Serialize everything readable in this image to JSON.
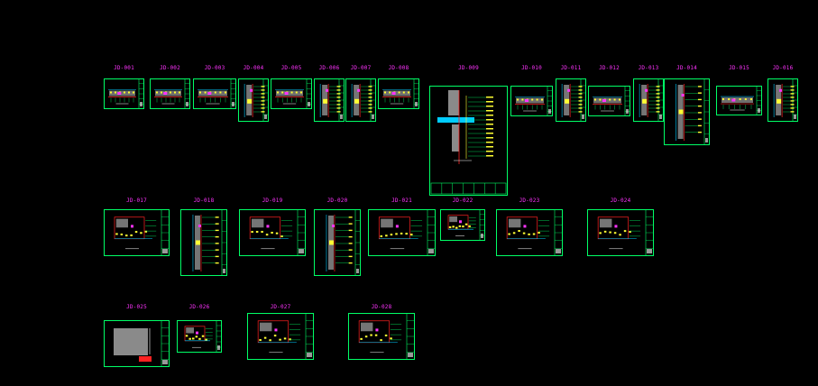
{
  "sheets": [
    {
      "label": "JD-001",
      "kind": "h"
    },
    {
      "label": "JD-002",
      "kind": "h"
    },
    {
      "label": "JD-003",
      "kind": "h"
    },
    {
      "label": "JD-004",
      "kind": "v"
    },
    {
      "label": "JD-005",
      "kind": "h"
    },
    {
      "label": "JD-006",
      "kind": "v"
    },
    {
      "label": "JD-007",
      "kind": "v"
    },
    {
      "label": "JD-008",
      "kind": "h"
    },
    {
      "label": "JD-009",
      "kind": "big"
    },
    {
      "label": "JD-010",
      "kind": "h"
    },
    {
      "label": "JD-011",
      "kind": "v"
    },
    {
      "label": "JD-012",
      "kind": "h"
    },
    {
      "label": "JD-013",
      "kind": "v"
    },
    {
      "label": "JD-014",
      "kind": "tall"
    },
    {
      "label": "JD-015",
      "kind": "h"
    },
    {
      "label": "JD-016",
      "kind": "v"
    },
    {
      "label": "JD-017",
      "kind": "plan"
    },
    {
      "label": "JD-018",
      "kind": "tall"
    },
    {
      "label": "JD-019",
      "kind": "plan"
    },
    {
      "label": "JD-020",
      "kind": "tall"
    },
    {
      "label": "JD-021",
      "kind": "plan"
    },
    {
      "label": "JD-022",
      "kind": "plan"
    },
    {
      "label": "JD-023",
      "kind": "plan"
    },
    {
      "label": "JD-024",
      "kind": "plan"
    },
    {
      "label": "JD-025",
      "kind": "grey"
    },
    {
      "label": "JD-026",
      "kind": "plan"
    },
    {
      "label": "JD-027",
      "kind": "plan"
    },
    {
      "label": "JD-028",
      "kind": "plan"
    }
  ],
  "colors": {
    "frame": "#00ff66",
    "label": "#ff33ff",
    "red": "#ff2222",
    "yellow": "#ffff33",
    "cyan": "#00ccff",
    "grey": "#8a8a8a",
    "white": "#ffffff"
  }
}
